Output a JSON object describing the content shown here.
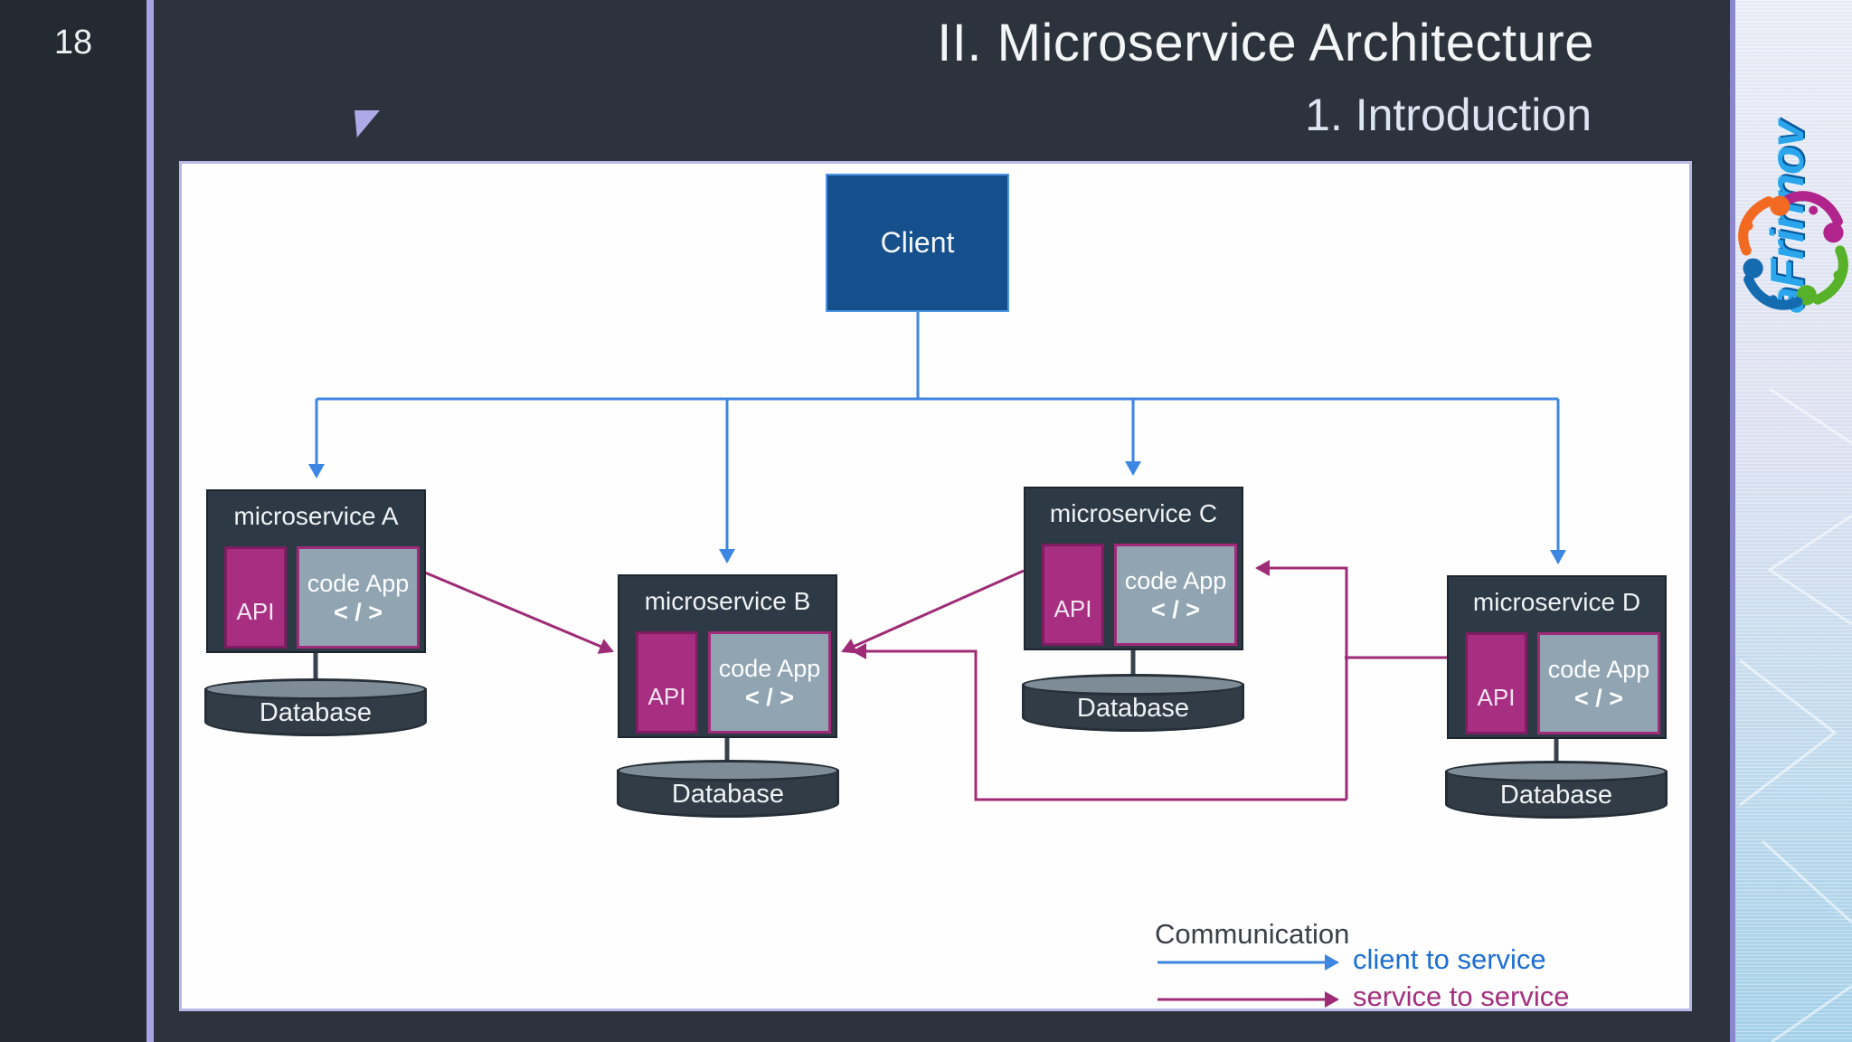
{
  "slide": {
    "page_number": "18",
    "title": "II. Microservice Architecture",
    "subtitle": "1. Introduction"
  },
  "brand": {
    "wordmark": "aFrinnov"
  },
  "diagram": {
    "client_label": "Client",
    "services": [
      {
        "title": "microservice A",
        "api": "API",
        "code_line1": "code App",
        "code_line2": "< / >",
        "database": "Database"
      },
      {
        "title": "microservice B",
        "api": "API",
        "code_line1": "code App",
        "code_line2": "< / >",
        "database": "Database"
      },
      {
        "title": "microservice C",
        "api": "API",
        "code_line1": "code App",
        "code_line2": "< / >",
        "database": "Database"
      },
      {
        "title": "microservice D",
        "api": "API",
        "code_line1": "code App",
        "code_line2": "< / >",
        "database": "Database"
      }
    ],
    "legend": {
      "title": "Communication",
      "items": [
        {
          "label": "client to service",
          "color": "#1d6ed2"
        },
        {
          "label": "service to service",
          "color": "#a3307e"
        }
      ]
    },
    "colors": {
      "client_fill": "#15508d",
      "client_border": "#4d93e6",
      "service_box_fill": "#2d3944",
      "api_fill": "#a72e81",
      "code_app_fill": "#91a4b2",
      "code_app_border": "#a02a78",
      "client_arrow": "#3d86e2",
      "service_arrow": "#9e2b76",
      "database_body": "#313c46",
      "database_top": "#7e8c97",
      "header_background": "#2c333d",
      "sidebar_background": "#232a31",
      "accent_divider": "#a7a4e3"
    }
  }
}
